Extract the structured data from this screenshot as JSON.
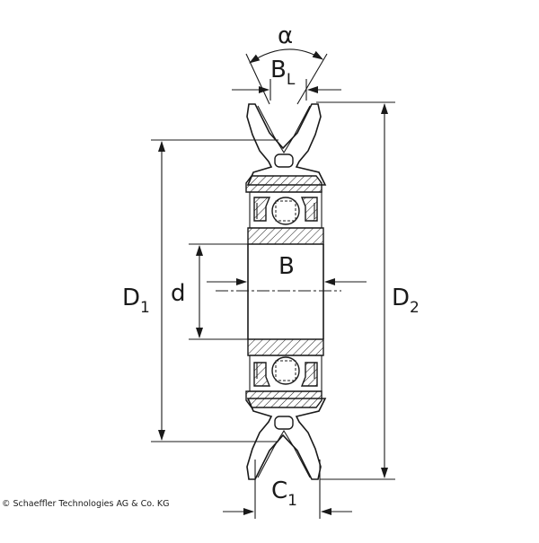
{
  "labels": {
    "alpha": "α",
    "bl_main": "B",
    "bl_sub": "L",
    "b": "B",
    "d": "d",
    "d1_main": "D",
    "d1_sub": "1",
    "d2_main": "D",
    "d2_sub": "2",
    "c1_main": "C",
    "c1_sub": "1"
  },
  "copyright": "© Schaeffler Technologies AG & Co. KG"
}
